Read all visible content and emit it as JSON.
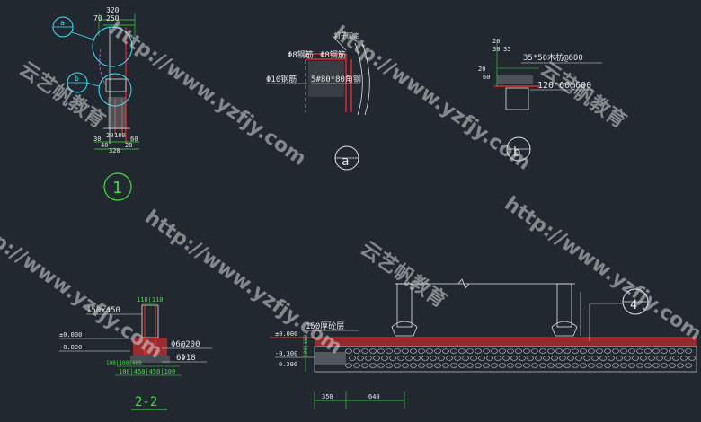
{
  "colors": {
    "background": "#212830",
    "green": "#3fe03f",
    "white": "#e6e6e6",
    "cyan": "#3ee3ff",
    "red": "#ff3030",
    "magenta": "#e040e0",
    "blue": "#5a78ff",
    "yellow": "#e8e84a",
    "watermark": "#d8d8d8"
  },
  "watermark": {
    "url": "http://www.yzfjy.com",
    "brand": "云艺帆教育"
  },
  "detail1": {
    "callout_a": "a",
    "callout_b": "b",
    "dims_top": [
      "320",
      "250",
      "70"
    ],
    "dims_bottom": [
      "30",
      "20",
      "180",
      "60",
      "40",
      "20",
      "320"
    ],
    "number": "1"
  },
  "detail_a": {
    "leader_top": "钉子固定",
    "rebar1": "Φ8钢筋",
    "rebar2": "Φ8钢筋",
    "rebar3": "Φ10钢筋",
    "angle": "5#80*80角钢",
    "label": "a"
  },
  "detail_b": {
    "dims": [
      "20",
      "30",
      "35",
      "20",
      "60"
    ],
    "note1": "35*50木枋@600",
    "note2": "120*60@600",
    "label": "b"
  },
  "section22": {
    "dim_top": "110|110",
    "beam": "150x450",
    "level1": "±0.000",
    "level2": "-0.800",
    "rebar1": "Φ6@200",
    "rebar2": "6Φ18",
    "dim_left": "100|100|400",
    "dims_bottom": "100|450|450|100",
    "title": "2-2"
  },
  "elevation": {
    "note": "150厚砼层",
    "level1": "±0.000",
    "level2": "-0.300",
    "level3": "0.300",
    "dims_side": "100|150",
    "dims_bottom": [
      "350",
      "640"
    ],
    "callout": "4"
  }
}
